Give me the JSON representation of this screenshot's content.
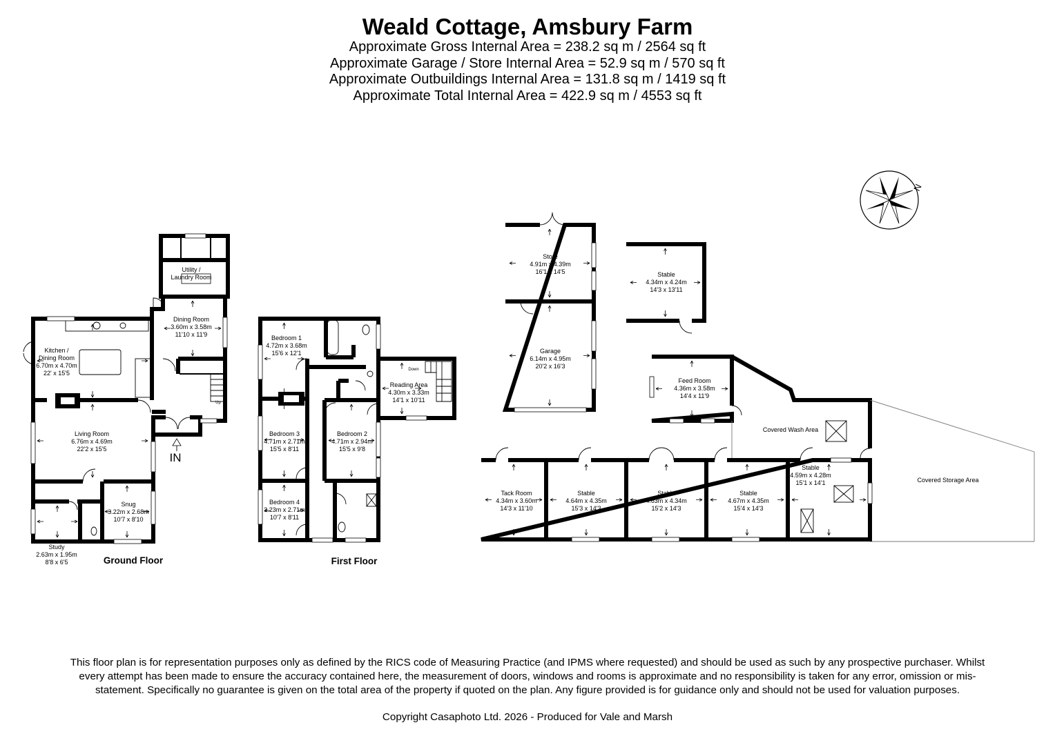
{
  "header": {
    "title": "Weald Cottage, Amsbury Farm",
    "lines": [
      "Approximate Gross Internal Area = 238.2 sq m / 2564 sq ft",
      "Approximate Garage / Store Internal Area = 52.9 sq m / 570 sq ft",
      "Approximate Outbuildings Internal Area = 131.8 sq m / 1419 sq ft",
      "Approximate Total Internal Area = 422.9 sq m / 4553 sq ft"
    ]
  },
  "compass": {
    "label": "N"
  },
  "floors": {
    "ground": {
      "label": "Ground Floor",
      "entrance": "IN",
      "rooms": {
        "utility": {
          "name1": "Utility /",
          "name2": "Laundry Room"
        },
        "dining": {
          "name": "Dining Room",
          "metric": "3.60m x 3.58m",
          "imperial": "11'10 x 11'9"
        },
        "kitchen": {
          "name1": "Kitchen /",
          "name2": "Dining Room",
          "metric": "6.70m x 4.70m",
          "imperial": "22' x 15'5"
        },
        "living": {
          "name": "Living Room",
          "metric": "6.76m x 4.69m",
          "imperial": "22'2 x 15'5"
        },
        "snug": {
          "name": "Snug",
          "metric": "3.22m x 2.68m",
          "imperial": "10'7 x 8'10"
        },
        "study": {
          "name": "Study",
          "metric": "2.63m x 1.95m",
          "imperial": "8'8 x 6'5"
        },
        "stairs_label": "Up"
      }
    },
    "first": {
      "label": "First Floor",
      "rooms": {
        "bed1": {
          "name": "Bedroom 1",
          "metric": "4.72m x 3.68m",
          "imperial": "15'6 x 12'1"
        },
        "reading": {
          "name": "Reading Area",
          "metric": "4.30m x 3.33m",
          "imperial": "14'1 x 10'11"
        },
        "bed3": {
          "name": "Bedroom 3",
          "metric": "4.71m x 2.71m",
          "imperial": "15'5 x 8'11"
        },
        "bed2": {
          "name": "Bedroom 2",
          "metric": "4.71m x 2.94m",
          "imperial": "15'5 x 9'8"
        },
        "bed4": {
          "name": "Bedroom 4",
          "metric": "3.23m x 2.71m",
          "imperial": "10'7 x 8'11"
        },
        "stairs_label": "Down"
      }
    },
    "outbuildings": {
      "store": {
        "name": "Store",
        "metric": "4.91m x 4.39m",
        "imperial": "16'1 x 14'5"
      },
      "garage": {
        "name": "Garage",
        "metric": "6.14m x 4.95m",
        "imperial": "20'2 x 16'3"
      },
      "stable_single": {
        "name": "Stable",
        "metric": "4.34m x 4.24m",
        "imperial": "14'3 x 13'11"
      },
      "feed": {
        "name": "Feed Room",
        "metric": "4.36m x 3.58m",
        "imperial": "14'4 x 11'9"
      },
      "wash": {
        "name": "Covered Wash Area"
      },
      "storage": {
        "name": "Covered Storage Area"
      },
      "tack": {
        "name": "Tack Room",
        "metric": "4.34m x 3.60m",
        "imperial": "14'3 x 11'10"
      },
      "stable1": {
        "name": "Stable",
        "metric": "4.64m x 4.35m",
        "imperial": "15'3 x 14'3"
      },
      "stable2": {
        "name": "Stable",
        "metric": "4.63m x 4.34m",
        "imperial": "15'2 x 14'3"
      },
      "stable3": {
        "name": "Stable",
        "metric": "4.67m x 4.35m",
        "imperial": "15'4 x 14'3"
      },
      "stable4": {
        "name": "Stable",
        "metric": "4.59m x 4.28m",
        "imperial": "15'1 x 14'1"
      }
    }
  },
  "footer": {
    "disclaimer": "This floor plan is for representation purposes only as defined by the RICS code of Measuring Practice (and IPMS where requested) and should be used as such by any prospective purchaser. Whilst every attempt has been made to ensure the accuracy contained here, the measurement of doors, windows and rooms is approximate and no responsibility is taken for any error, omission or mis-statement. Specifically no guarantee is given on the total area of the property if quoted on the plan. Any figure provided is for guidance only and should not be used for valuation purposes.",
    "copyright": "Copyright Casaphoto Ltd. 2026 - Produced for Vale and Marsh"
  }
}
